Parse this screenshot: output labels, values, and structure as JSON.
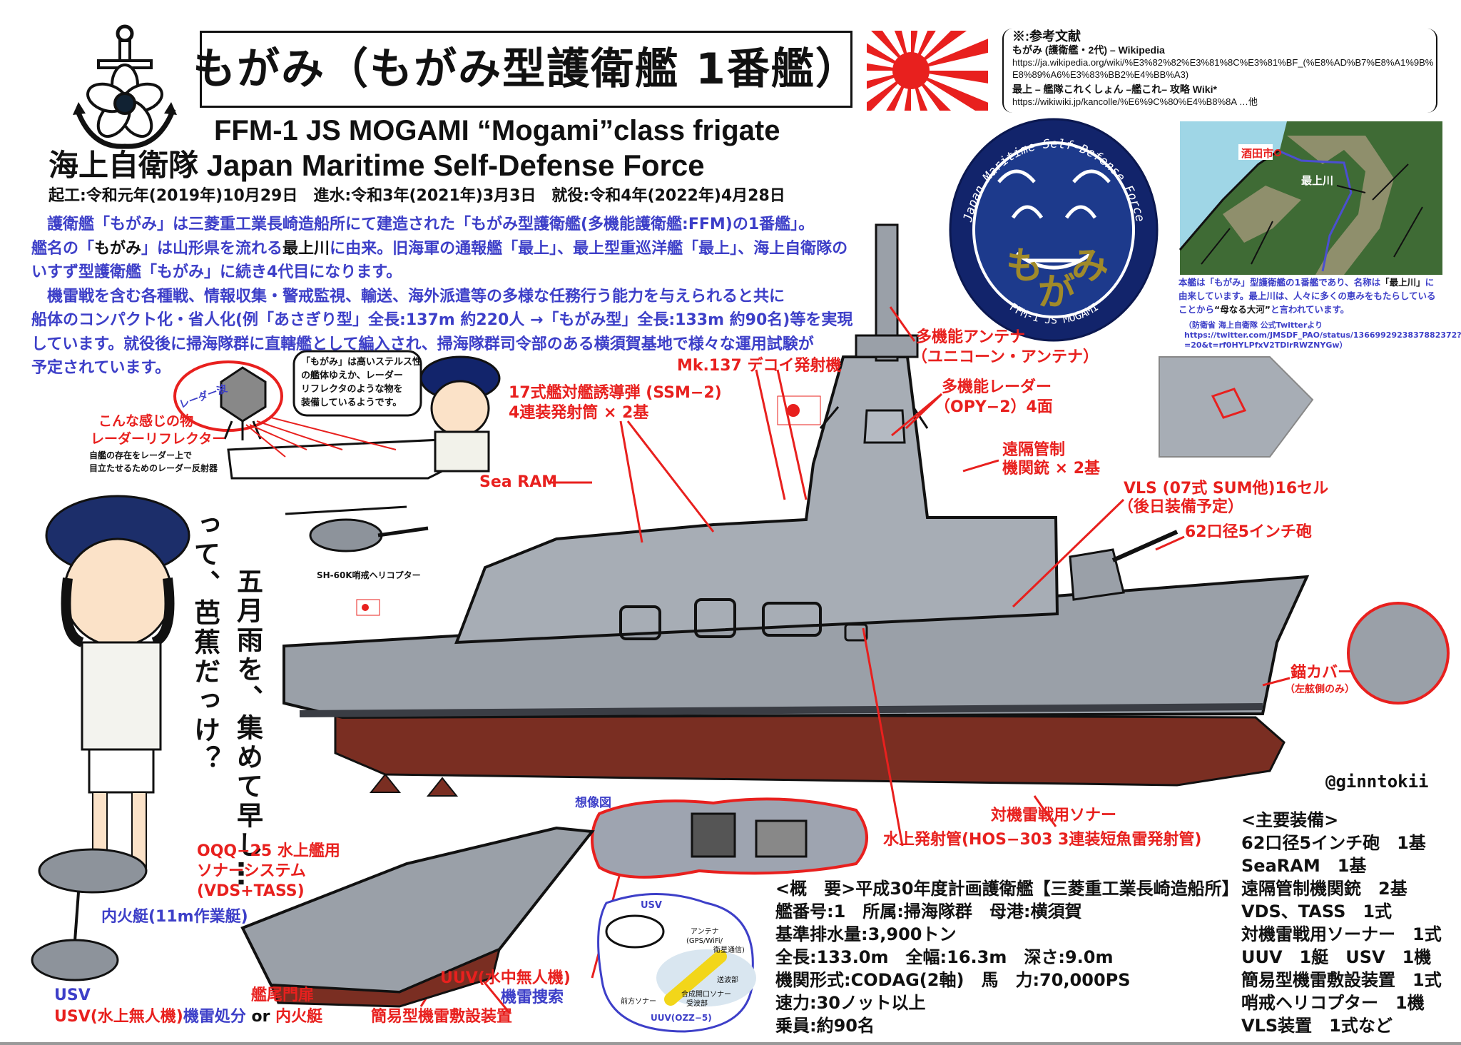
{
  "header": {
    "title": "もがみ（もがみ型護衛艦 1番艦）",
    "subtitle_en": "FFM-1  JS  MOGAMI   “Mogami”class frigate",
    "org": "海上自衛隊 Japan Maritime Self-Defense Force",
    "dates": "起工:令和元年(2019年)10月29日　進水:令和3年(2021年)3月3日　就役:令和4年(2022年)4月28日"
  },
  "description": {
    "l1": "　護衛艦「もがみ」は三菱重工業長崎造船所にて建造された「もがみ型護衛艦(多機能護衛艦:FFM)の1番艦」。",
    "l2a": "艦名の「",
    "l2b": "もがみ",
    "l2c": "」は山形県を流れる",
    "l2d": "最上川",
    "l2e": "に由来。旧海軍の通報艦「最上」、最上型重巡洋艦「最上」、海上自衛隊の",
    "l3": "いすず型護衛艦「もがみ」に続き4代目になります。",
    "l4": "　機雷戦を含む各種戦、情報収集・警戒監視、輸送、海外派遣等の多様な任務行う能力を与えられると共に",
    "l5": "船体のコンパクト化・省人化(例「あさぎり型」全長:137m 約220人 →「もがみ型」全長:133m 約90名)等を実現",
    "l6": "しています。就役後に掃海隊群に直轄艦として編入され、掃海隊群司令部のある横須賀基地で様々な運用試験が",
    "l7": "予定されています。"
  },
  "references": {
    "heading": "※:参考文献",
    "items": [
      {
        "title": "もがみ (護衛艦・2代) – Wikipedia",
        "url1": "https://ja.wikipedia.org/wiki/%E3%82%82%E3%81%8C%E3%81%BF_(%E8%AD%B7%E8%A1%9B%",
        "url2": "E8%89%A6%E3%83%BB2%E4%BB%A3)"
      },
      {
        "title": "最上 – 艦隊これくしょん –艦これ– 攻略 Wiki*",
        "url1": "https://wikiwiki.jp/kancolle/%E6%9C%80%E4%B8%8A …他"
      }
    ]
  },
  "emblem": {
    "top_text": "Japan Maritime Self-Defense Force",
    "bottom_text": "FFM-1 JS MOGAMI",
    "name_chars": [
      "も",
      "が",
      "み"
    ]
  },
  "map": {
    "city_label": "酒田市",
    "river_label": "最上川",
    "caption_1a": "本艦は「もがみ」型護衛艦の1番艦であり、名称は",
    "caption_1b": "「最上川」",
    "caption_1c": "に",
    "caption_2": "由来しています。最上川は、人々に多くの恵みをもたらしている",
    "caption_3a": "ことから",
    "caption_3b": "“母なる大河”",
    "caption_3c": "と言われています。",
    "cite_1": "（防衛省 海上自衛隊 公式Twitterより",
    "cite_2": "https://twitter.com/JMSDF_PAO/status/1366992923837882372?s",
    "cite_3": "=20&t=rf0HYLPfxV2TDlrRWZNYGw）"
  },
  "reflector": {
    "radar_wave": "レーダー波",
    "label_1": "こんな感じの物",
    "label_2": "レーダーリフレクター",
    "note_1": "自艦の存在をレーダー上で",
    "note_2": "目立たせるためのレーダー反射器",
    "bubble": [
      "「もがみ」は高いステルス性",
      "の艦体ゆえか、レーダー",
      "リフレクタのような物を",
      "装備しているようです。"
    ]
  },
  "helicopter_label": "SH-60K哨戒ヘリコプター",
  "haiku": {
    "line1": "五月雨を、集めて早し…",
    "line2": "って、芭蕉だっけ？"
  },
  "annotations": {
    "antenna_1": "多機能アンテナ",
    "antenna_2": "（ユニコーン・アンテナ）",
    "decoy": "Mk.137 デコイ発射機",
    "radar_1": "多機能レーダー",
    "radar_2": "（OPY−2）4面",
    "ssm_1": "17式艦対艦誘導弾 (SSM−2)",
    "ssm_2": "4連装発射筒 × 2基",
    "mg_1": "遠隔管制",
    "mg_2": "機関銃 × 2基",
    "searam": "Sea RAM",
    "vls_1": "VLS (07式 SUM他)16セル",
    "vls_2": "（後日装備予定）",
    "gun": "62口径5インチ砲",
    "anchor_1": "錨カバー",
    "anchor_2": "（左舷側のみ）",
    "author": "@ginntokii",
    "mine_sonar": "対機雷戦用ソナー",
    "torpedo": "水上発射管(HOS−303 3連装短魚雷発射管)",
    "imagined": "想像図",
    "oqq_1": "OQQ−25 水上艦用",
    "oqq_2": "ソナーシステム",
    "oqq_3": "(VDS+TASS)",
    "workboat": "内火艇(11m作業艇)",
    "usv_short": "USV",
    "usv_a": "USV(水上無人機)",
    "usv_b": "機雷処分",
    "usv_c": " or ",
    "usv_d": "内火艇",
    "stern_door": "艦尾門扉",
    "minelayer": "簡易型機雷敷設装置",
    "uuv_1": "UUV(水中無人機)",
    "uuv_2": "機雷捜索"
  },
  "uuv_bubble": {
    "usv": "USV",
    "antenna": "アンテナ",
    "antenna_sub": "(GPS/WiFi/",
    "antenna_sub2": "衛星通信)",
    "transmit": "送波部",
    "sas_1": "合成開口ソナー",
    "sas_2": "受波部",
    "forward": "前方ソナー",
    "uuv": "UUV(OZZ−5)"
  },
  "overview": {
    "heading": "<概　要>平成30年度計画護衛艦【三菱重工業長崎造船所】",
    "lines": [
      "艦番号:1　所属:掃海隊群　母港:横須賀",
      "基準排水量:3,900トン",
      "全長:133.0m　全幅:16.3m　深さ:9.0m",
      "機関形式:CODAG(2軸)　馬　力:70,000PS",
      "速力:30ノット以上",
      "乗員:約90名"
    ]
  },
  "equipment": {
    "heading": "<主要装備>",
    "items": [
      "62口径5インチ砲　1基",
      "SeaRAM　1基",
      "遠隔管制機関銃　2基",
      "VDS、TASS　1式",
      "対機雷戦用ソーナー　1式",
      "UUV　1艇　USV　1機",
      "簡易型機雷敷設装置　1式",
      "哨戒ヘリコプター　1機",
      "VLS装置　1式など"
    ]
  },
  "colors": {
    "red": "#e8201e",
    "blue": "#3d3fc8",
    "hull_gray": "#9aa0a8",
    "bottom_red": "#7a2e22",
    "navy": "#12246b"
  }
}
